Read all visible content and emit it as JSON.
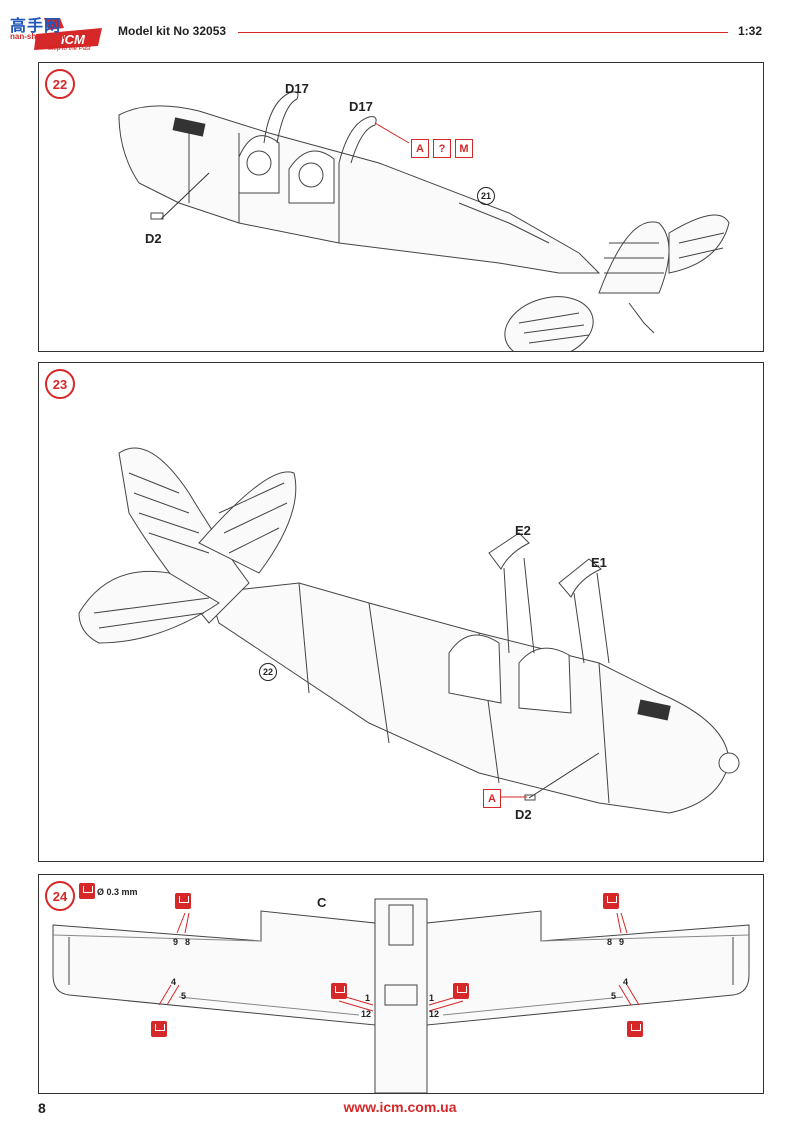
{
  "header": {
    "logo_cn": "高手网",
    "logo_site": "nan-shou.com",
    "logo_slogan": "Step to the Past",
    "model_kit": "Model kit No 32053",
    "scale": "1:32"
  },
  "colors": {
    "accent": "#d62828",
    "line": "#333333"
  },
  "steps": [
    {
      "number": "22",
      "labels": {
        "part_a": "D17",
        "part_b": "D17",
        "part_c": "D2"
      },
      "ref": "21",
      "callouts": [
        "A",
        "?",
        "M"
      ]
    },
    {
      "number": "23",
      "labels": {
        "part_a": "E2",
        "part_b": "E1",
        "part_c": "D2"
      },
      "ref": "22",
      "callouts": [
        "A"
      ]
    },
    {
      "number": "24",
      "drill_note": "Ø 0.3 mm",
      "part_label": "C",
      "hole_labels": [
        "9",
        "8",
        "4",
        "5",
        "1",
        "12",
        "1",
        "12",
        "8",
        "9",
        "5",
        "4"
      ]
    }
  ],
  "footer": {
    "page": "8",
    "url": "www.icm.com.ua"
  }
}
